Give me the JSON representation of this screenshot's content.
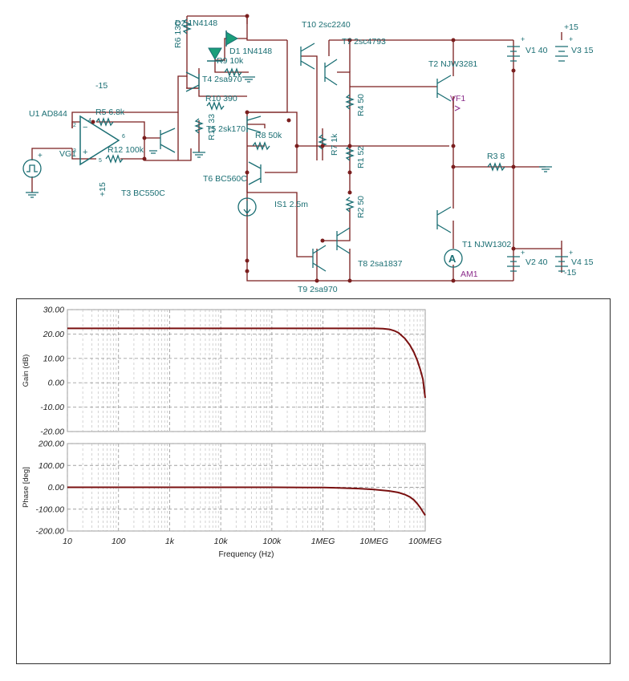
{
  "schematic": {
    "colors": {
      "wire": "#7a1e1e",
      "component": "#1a6e73",
      "label": "#1a6e73",
      "probe": "#8b2d8b",
      "diode_fill": "#1a9e7a"
    },
    "labels": {
      "d2": "D2 1N4148",
      "r6": "R6 130",
      "d1": "D1 1N4148",
      "r9": "R9 10k",
      "t4": "T4 2sa970",
      "t10": "T10 2sc2240",
      "t7": "T7 2sc4793",
      "t2": "T2 NJW3281",
      "v1": "V1 40",
      "v3": "V3 15",
      "plus15_top": "+15",
      "minus15_op": "-15",
      "u1": "U1 AD844",
      "r5": "R5 6.8k",
      "r10": "R10 390",
      "r11": "R11 33",
      "t5": "T5 2sk170",
      "r4": "R4 50",
      "vf1": "VF1",
      "r8": "R8 50k",
      "r7": "R7 1k",
      "r1": "R1 52",
      "vg1": "VG1",
      "r12": "R12 100k",
      "r3": "R3 8",
      "t6": "T6 BC560C",
      "t3": "T3 BC550C",
      "plus15_op": "+15",
      "is1": "IS1 2.5m",
      "r2": "R2 50",
      "t1": "T1 NJW1302",
      "am1_symbol": "A",
      "am1": "AM1",
      "v2": "V2 40",
      "v4": "V4 15",
      "minus15_bot": "-15",
      "t8": "T8 2sa1837",
      "t9": "T9 2sa970",
      "pin2": "2",
      "pin3": "3",
      "pin4": "4",
      "pin5": "5",
      "pin6": "6",
      "plus_sign": "+",
      "minus_sign": "−"
    }
  },
  "chart_data": [
    {
      "type": "line",
      "x_scale": "log",
      "xlim": [
        10,
        100000000
      ],
      "ylim": [
        -20,
        30
      ],
      "ylabel": "Gain (dB)",
      "xlabel": "",
      "yticks": [
        "30.00",
        "20.00",
        "10.00",
        "0.00",
        "-10.00",
        "-20.00"
      ],
      "ytick_values": [
        30,
        20,
        10,
        0,
        -10,
        -20
      ],
      "grid": true,
      "color": "#7a1010",
      "series": [
        {
          "x": [
            10,
            100,
            1000,
            10000,
            100000,
            1000000,
            10000000,
            15000000,
            20000000,
            25000000,
            30000000,
            40000000,
            50000000,
            60000000,
            70000000,
            80000000,
            90000000,
            100000000
          ],
          "y": [
            22.3,
            22.3,
            22.3,
            22.3,
            22.3,
            22.3,
            22.3,
            22.2,
            21.9,
            21.3,
            20.5,
            18.2,
            15.5,
            12.5,
            9.2,
            5.5,
            1.5,
            -6.2
          ]
        }
      ]
    },
    {
      "type": "line",
      "x_scale": "log",
      "xlim": [
        10,
        100000000
      ],
      "ylim": [
        -200,
        200
      ],
      "ylabel": "Phase [deg]",
      "xlabel": "Frequency (Hz)",
      "yticks": [
        "200.00",
        "100.00",
        "0.00",
        "-100.00",
        "-200.00"
      ],
      "ytick_values": [
        200,
        100,
        0,
        -100,
        -200
      ],
      "xticks": [
        "10",
        "100",
        "1k",
        "10k",
        "100k",
        "1MEG",
        "10MEG",
        "100MEG"
      ],
      "xtick_values": [
        10,
        100,
        1000,
        10000,
        100000,
        1000000,
        10000000,
        100000000
      ],
      "grid": true,
      "color": "#7a1010",
      "series": [
        {
          "x": [
            10,
            100,
            1000,
            10000,
            100000,
            1000000,
            2000000,
            5000000,
            10000000,
            20000000,
            30000000,
            40000000,
            50000000,
            60000000,
            70000000,
            80000000,
            90000000,
            100000000
          ],
          "y": [
            0,
            0,
            0,
            0,
            0,
            -1,
            -3,
            -6,
            -10,
            -17,
            -24,
            -33,
            -44,
            -58,
            -75,
            -93,
            -112,
            -128
          ]
        }
      ]
    }
  ]
}
